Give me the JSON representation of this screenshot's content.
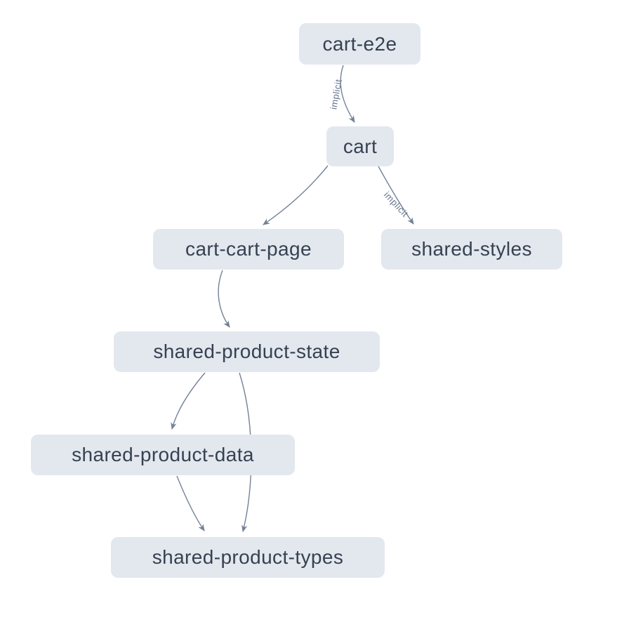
{
  "diagram": {
    "type": "dependency-graph",
    "background_color": "#ffffff",
    "node_fill_color": "#e3e8ef",
    "node_text_color": "#374151",
    "edge_color": "#64748b",
    "nodes": [
      {
        "id": "cart-e2e",
        "label": "cart-e2e"
      },
      {
        "id": "cart",
        "label": "cart"
      },
      {
        "id": "cart-cart-page",
        "label": "cart-cart-page"
      },
      {
        "id": "shared-styles",
        "label": "shared-styles"
      },
      {
        "id": "shared-product-state",
        "label": "shared-product-state"
      },
      {
        "id": "shared-product-data",
        "label": "shared-product-data"
      },
      {
        "id": "shared-product-types",
        "label": "shared-product-types"
      }
    ],
    "edges": [
      {
        "from": "cart-e2e",
        "to": "cart",
        "label": "implicit"
      },
      {
        "from": "cart",
        "to": "cart-cart-page",
        "label": ""
      },
      {
        "from": "cart",
        "to": "shared-styles",
        "label": "implicit"
      },
      {
        "from": "cart-cart-page",
        "to": "shared-product-state",
        "label": ""
      },
      {
        "from": "shared-product-state",
        "to": "shared-product-data",
        "label": ""
      },
      {
        "from": "shared-product-state",
        "to": "shared-product-types",
        "label": ""
      },
      {
        "from": "shared-product-data",
        "to": "shared-product-types",
        "label": ""
      }
    ]
  }
}
